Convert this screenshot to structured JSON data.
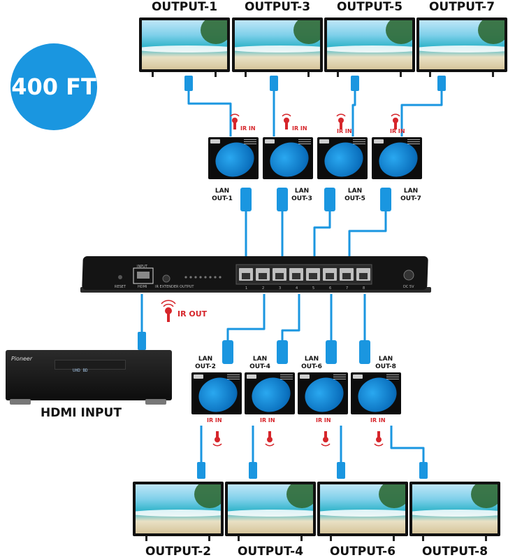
{
  "badge": {
    "text": "400 FT"
  },
  "outputs_top": [
    "OUTPUT-1",
    "OUTPUT-3",
    "OUTPUT-5",
    "OUTPUT-7"
  ],
  "outputs_bottom": [
    "OUTPUT-2",
    "OUTPUT-4",
    "OUTPUT-6",
    "OUTPUT-8"
  ],
  "lan_top": [
    {
      "line1": "LAN",
      "line2": "OUT-1"
    },
    {
      "line1": "LAN",
      "line2": "OUT-3"
    },
    {
      "line1": "LAN",
      "line2": "OUT-5"
    },
    {
      "line1": "LAN",
      "line2": "OUT-7"
    }
  ],
  "lan_bottom": [
    {
      "line1": "LAN",
      "line2": "OUT-2"
    },
    {
      "line1": "LAN",
      "line2": "OUT-4"
    },
    {
      "line1": "LAN",
      "line2": "OUT-6"
    },
    {
      "line1": "LAN",
      "line2": "OUT-8"
    }
  ],
  "ir_in_label": "IR IN",
  "ir_out_label": "IR OUT",
  "hub": {
    "input_label": "INPUT",
    "hdmi_label": "HDMI",
    "reset_label": "RESET",
    "ir_ext_label": "IR EXTENDER OUTPUT",
    "dc_label": "DC 5V",
    "port_numbers": [
      "1",
      "2",
      "3",
      "4",
      "5",
      "6",
      "7",
      "8"
    ]
  },
  "source": {
    "caption": "HDMI INPUT",
    "brand": "Pioneer",
    "display": "UHD BD"
  },
  "colors": {
    "cable": "#1a96e0",
    "ir_red": "#d6262b",
    "badge": "#1a96e0"
  }
}
